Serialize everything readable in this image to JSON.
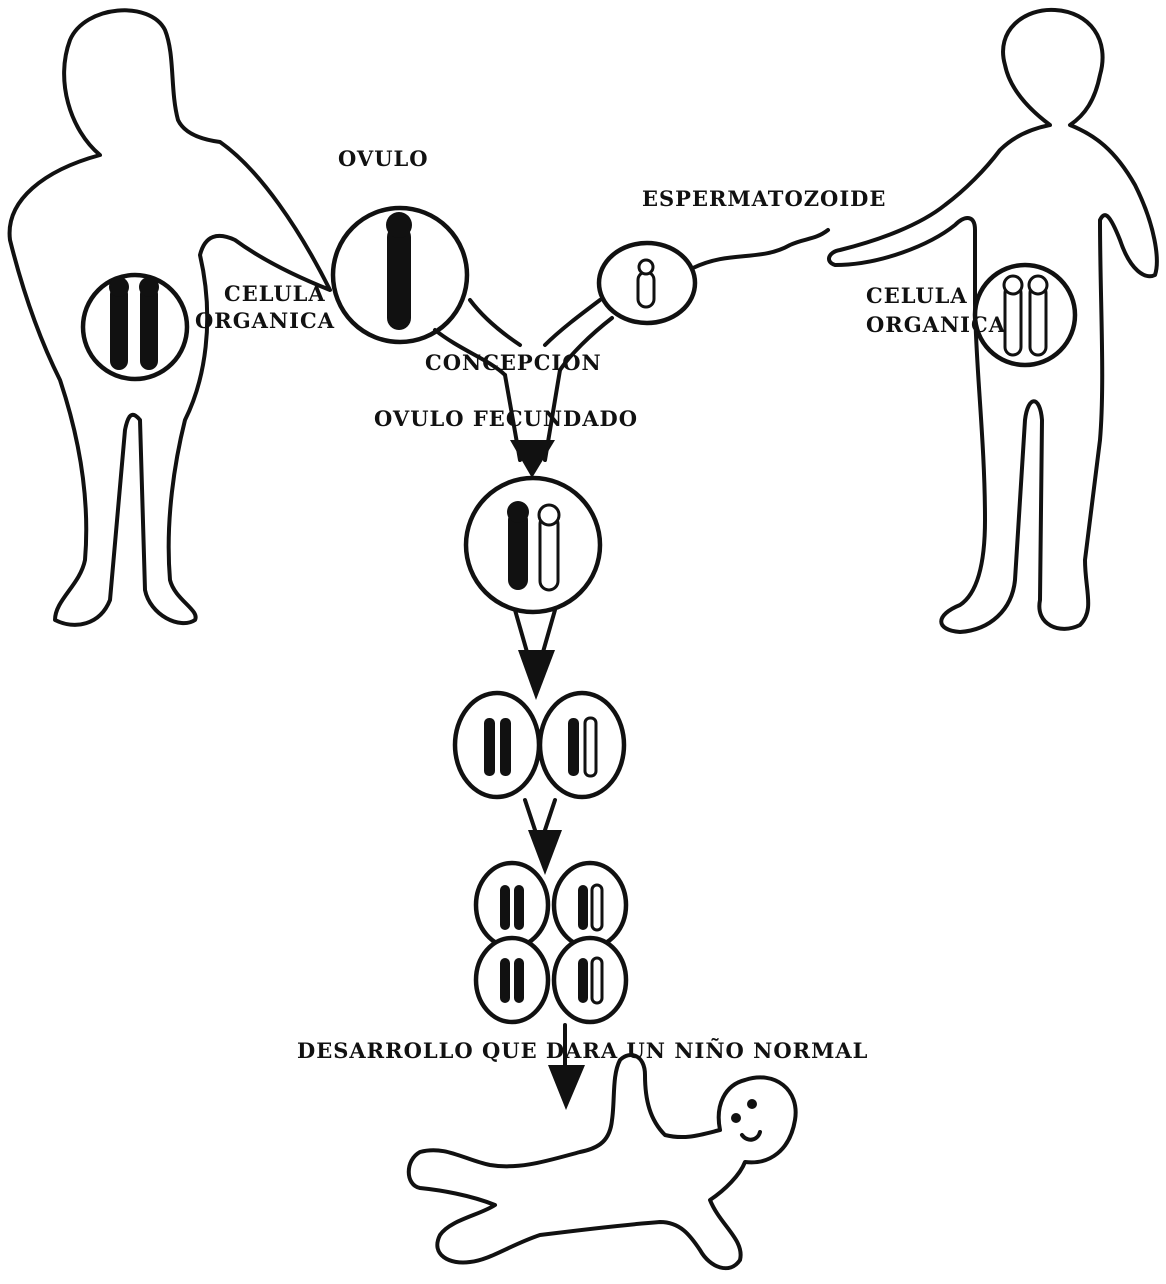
{
  "labels": {
    "ovulo": "OVULO",
    "espermatozoide": "ESPERMATOZOIDE",
    "celula_organica_left_line1": "CELULA",
    "celula_organica_left_line2": "ORGANICA",
    "celula_organica_right_line1": "CELULA",
    "celula_organica_right_line2": "ORGANICA",
    "concepcion": "CONCEPCION",
    "ovulo_fecundado": "OVULO FECUNDADO",
    "desarrollo": "DESARROLLO QUE DARA UN  NIÑO NORMAL"
  },
  "colors": {
    "ink": "#111111",
    "paper": "#ffffff"
  }
}
